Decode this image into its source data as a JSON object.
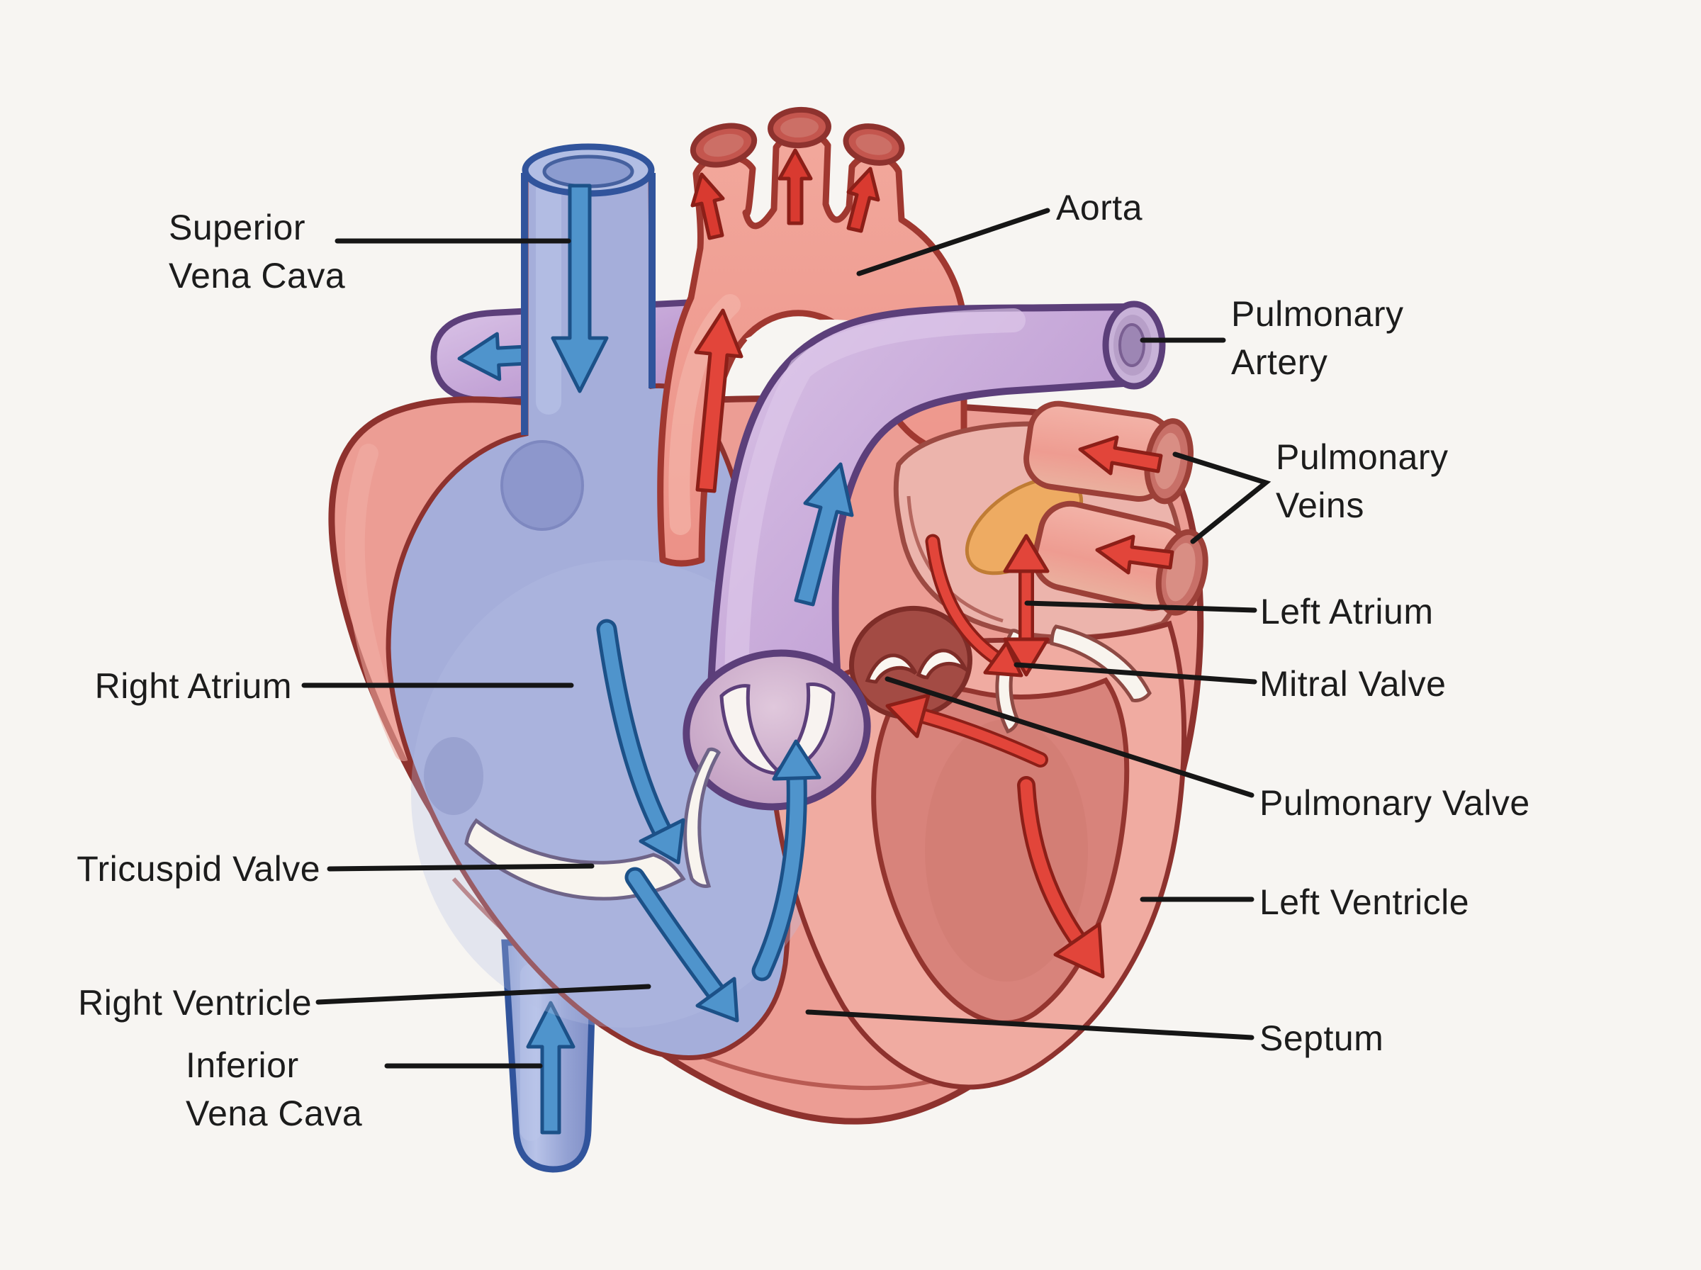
{
  "title": "Human Heart Anatomy Diagram",
  "background": "#f7f5f2",
  "colors": {
    "label_text": "#1c1c1c",
    "leader_line": "#161616",
    "artery_salmon": "#ee968c",
    "heart_wall_salmon": "#ec9d94",
    "vein_tube_blue": "#99a7d8",
    "chamber_blue": "#a5aeda",
    "pulmonary_purple": "#c9abda",
    "chamber_pink": "#ecb4ac",
    "ventricle_cavity_pink": "#d8837b",
    "ventricle_wall_pink": "#f0aba1",
    "aortic_root_maroon": "#a34b44",
    "outline_maroon": "#8e322e",
    "outline_navy": "#31549c",
    "outline_purple": "#5c3f7a",
    "arrow_red": "#e2453a",
    "arrow_red_outline": "#8c1f18",
    "arrow_blue": "#4f94cc",
    "arrow_blue_outline": "#1c5188",
    "valve_white": "#f8f4ee",
    "fossa_orange": "#eeab62"
  },
  "labels": {
    "superior_vena_cava": {
      "line1": "Superior",
      "line2": "Vena Cava"
    },
    "aorta": {
      "line1": "Aorta"
    },
    "pulmonary_artery": {
      "line1": "Pulmonary",
      "line2": "Artery"
    },
    "pulmonary_veins": {
      "line1": "Pulmonary",
      "line2": "Veins"
    },
    "left_atrium": {
      "line1": "Left Atrium"
    },
    "mitral_valve": {
      "line1": "Mitral Valve"
    },
    "pulmonary_valve": {
      "line1": "Pulmonary Valve"
    },
    "left_ventricle": {
      "line1": "Left Ventricle"
    },
    "septum": {
      "line1": "Septum"
    },
    "right_atrium": {
      "line1": "Right Atrium"
    },
    "tricuspid_valve": {
      "line1": "Tricuspid Valve"
    },
    "right_ventricle": {
      "line1": "Right Ventricle"
    },
    "inferior_vena_cava": {
      "line1": "Inferior",
      "line2": "Vena Cava"
    }
  },
  "flow_arrows": {
    "superior_vena_cava": "blue-down",
    "inferior_vena_cava": "blue-up",
    "right_pulmonary_artery_branch": "blue-left",
    "right_atrium_to_right_ventricle": "blue-curved-down",
    "right_ventricle_apex": "blue-curved-down",
    "right_ventricle_to_pulmonary_trunk": "blue-curved-up",
    "pulmonary_trunk": "blue-up-right",
    "aorta_branches": "red-up-x3",
    "ascending_aorta": "red-up",
    "left_pulmonary_veins_pair": "red-right-x2",
    "right_pulmonary_veins_pair": "red-left-x2",
    "left_atrium_double": "red-up-down",
    "left_atrium_inflow": "red-curved-down",
    "left_ventricle_flow": "red-curved-down",
    "left_ventricle_to_aorta": "red-up-left"
  }
}
